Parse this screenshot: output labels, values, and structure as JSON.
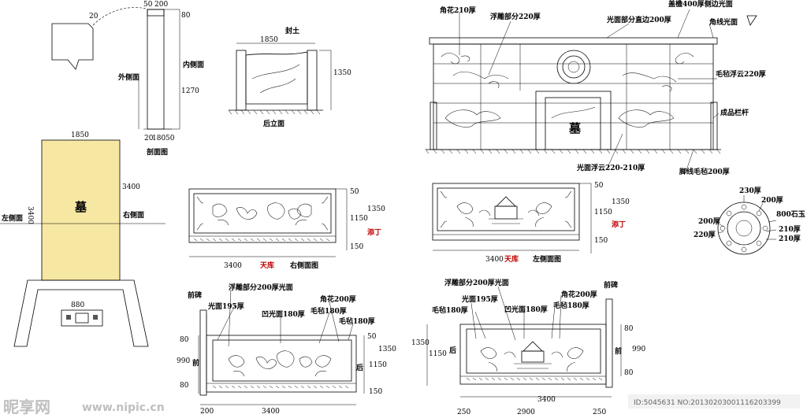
{
  "profile": {
    "d20a": "20",
    "d50": "50",
    "d200": "200",
    "d80": "80",
    "d1270": "1270",
    "d20b": "20",
    "d180": "180",
    "d50b": "50",
    "outer": "外侧面",
    "inner": "内侧面",
    "caption": "剖面图"
  },
  "plan": {
    "width": "1850",
    "left_len": "3400",
    "right_len": "3400",
    "grave": "墓",
    "left": "左侧面",
    "right": "右侧面",
    "base_w": "880",
    "fill": "#f6e7a3"
  },
  "rear": {
    "width": "1850",
    "mound": "封土",
    "height": "1350",
    "caption": "后立面"
  },
  "front": {
    "corner": "角花210厚",
    "relief": "浮雕部分220厚",
    "plain": "光面部分直边200厚",
    "cap": "盖檐400厚侧边光面",
    "cornerline": "角线光面",
    "cloud_right": "毛毡浮云220厚",
    "rail": "成品栏杆",
    "grave": "墓",
    "cloud_bottom": "光面浮云220-210厚",
    "foot": "脚线毛毡200厚"
  },
  "right_side": {
    "d50": "50",
    "d1350": "1350",
    "d1150": "1150",
    "d150": "150",
    "add": "添丁",
    "width": "3400",
    "sky": "天库",
    "caption": "右侧面图"
  },
  "left_side": {
    "d50": "50",
    "d1350": "1350",
    "d1150": "1150",
    "d150": "150",
    "add": "添丁",
    "width": "3400",
    "sky": "天库",
    "caption": "左侧面图"
  },
  "disc": {
    "t230": "230厚",
    "t200a": "200厚",
    "t200b": "200厚",
    "stone": "800石玉",
    "t220": "220厚",
    "t210a": "210厚",
    "t210b": "210厚"
  },
  "inner_right": {
    "stele": "前碑",
    "plain": "光面195厚",
    "relief": "浮雕部分200厚光面",
    "recess": "凹光面180厚",
    "corner": "角花200厚",
    "felt": "毛毡180厚",
    "felt2": "毛毡180厚",
    "front": "前",
    "back": "后",
    "d80a": "80",
    "d990": "990",
    "d80b": "80",
    "d50": "50",
    "d1350": "1350",
    "d1150": "1150",
    "d150": "150",
    "w200": "200",
    "w3400": "3400"
  },
  "inner_left": {
    "relief": "浮雕部分200厚光面",
    "stele": "前碑",
    "plain": "光面195厚",
    "felt": "毛毡180厚",
    "recess": "凹光面180厚",
    "corner": "角花200厚",
    "felt2": "毛毡180厚",
    "back": "后",
    "front": "前",
    "d1350": "1350",
    "d1150": "1150",
    "d80a": "80",
    "d990": "990",
    "d80b": "80",
    "w3400": "3400",
    "w250a": "250",
    "w2900": "2900",
    "w250b": "250"
  },
  "watermark": {
    "brand": "昵享网",
    "url": "www.nipic.cn",
    "id": "ID:5045631 NO:20130203001116203399"
  }
}
